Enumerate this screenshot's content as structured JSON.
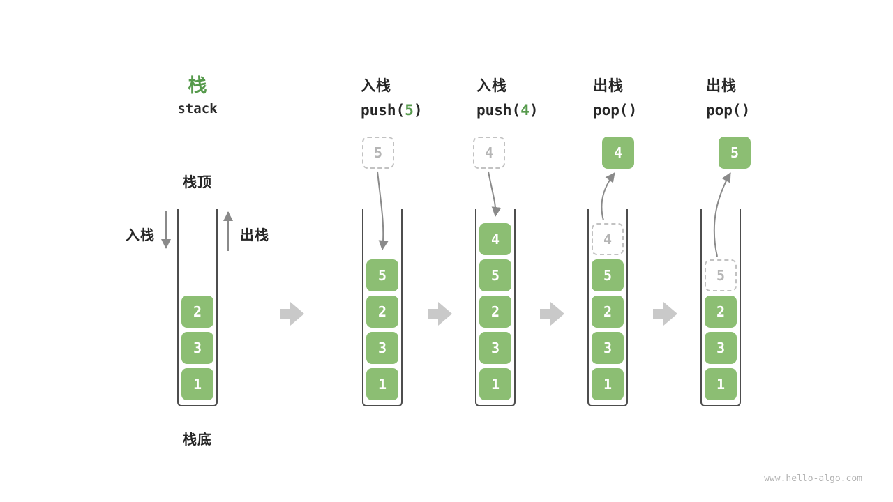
{
  "title": {
    "main": "栈",
    "sub": "stack"
  },
  "legend": {
    "stack_top": "栈顶",
    "stack_bottom": "栈底",
    "push": "入栈",
    "pop": "出栈"
  },
  "columns": [
    {
      "cells": [
        "2",
        "3",
        "1"
      ]
    },
    {
      "op_label": "入栈",
      "code_pre": "push(",
      "code_arg": "5",
      "code_post": ")",
      "float_value": "5",
      "float_style": "dashed",
      "cells": [
        "5",
        "2",
        "3",
        "1"
      ]
    },
    {
      "op_label": "入栈",
      "code_pre": "push(",
      "code_arg": "4",
      "code_post": ")",
      "float_value": "4",
      "float_style": "dashed",
      "cells": [
        "4",
        "5",
        "2",
        "3",
        "1"
      ]
    },
    {
      "op_label": "出栈",
      "code_pre": "pop(",
      "code_arg": "",
      "code_post": ")",
      "float_value": "4",
      "float_style": "solid",
      "ghost": "4",
      "cells": [
        "5",
        "2",
        "3",
        "1"
      ]
    },
    {
      "op_label": "出栈",
      "code_pre": "pop(",
      "code_arg": "",
      "code_post": ")",
      "float_value": "5",
      "float_style": "solid",
      "ghost": "5",
      "cells": [
        "2",
        "3",
        "1"
      ]
    }
  ],
  "watermark": "www.hello-algo.com",
  "colors": {
    "cell_green": "#8cbe73",
    "title_green": "#569a4c",
    "text_dark": "#262626",
    "ghost_border": "#c2c2c2",
    "ghost_text": "#b5b5b5",
    "arrow_gray": "#8a8a8a",
    "block_arrow_gray": "#c9c9c9",
    "container_border": "#4d4d4d",
    "watermark_gray": "#b3b3b3"
  }
}
